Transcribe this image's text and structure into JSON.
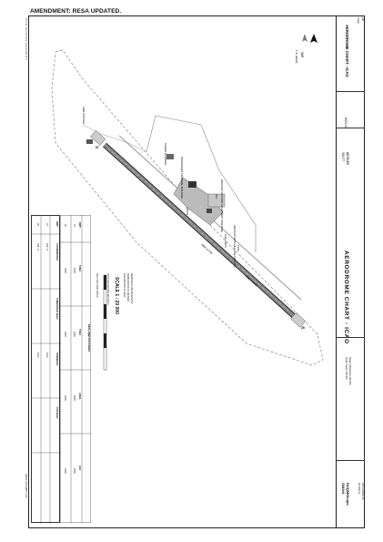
{
  "amendment": "AMENDMENT: RESA UPDATED.",
  "header": {
    "aip": "AIP",
    "state": "Oman",
    "chart_title_left": "AERODROME CHART - ICAO",
    "ad_elev": "AD ELEV",
    "elev_value": "381 FT",
    "coord_label": "WGS-84",
    "chart_title_center": "AERODROME CHART - ICAO",
    "freq_1": "Duqm Information 118.300",
    "freq_2": "Duqm Tower 118.300",
    "aerodrome_code": "DUQM/Duqm",
    "aerodrome_name": "OMAN",
    "ref": "AD 2-OODQ-13",
    "date": "26 FEB 22"
  },
  "labels": {
    "cargo": "CARGO BUILDING",
    "passenger": "PASSENGER TERMINAL BUILDING",
    "ground_support": "GROUND SUPPORT EQUIPMENT BUILDING",
    "atc": "ATC",
    "fire": "FIRE STATION",
    "apron": "APRON",
    "aircraft_rescue": "AIRCRAFT RESCUE & FIRE FIGHTING",
    "fuel": "FUEL FARM",
    "tank": "TANK",
    "rwy_label": "RWY 07/25",
    "rwy_dims": "4000 X 60 M",
    "rwy_07": "07",
    "rwy_25": "25",
    "var": "VAR",
    "var_value": "1°E (2020)"
  },
  "scale": {
    "note_1": "BEARINGS ARE MAGNETIC",
    "note_2": "DIMENSIONS IN METRES",
    "note_3": "ELEVATIONS IN FEET",
    "title": "SCALE 1 : 20 000",
    "metres": "100  0  100 200 300 400 500 m",
    "feet": "500  0  500  1000  1500  ft"
  },
  "rwy_table": {
    "headers": [
      "RWY",
      "COORDINATES",
      "THRESHOLD ELEV",
      "STRENGTH",
      "TDZ ELEV"
    ],
    "rows": [
      [
        "07",
        "194° N",
        "",
        "PCN",
        ""
      ],
      [
        "25",
        "194° N",
        "",
        "PCN",
        ""
      ]
    ]
  },
  "decl_table": {
    "title": "DECLARED DISTANCES",
    "headers": [
      "RWY",
      "TORA",
      "TODA",
      "ASDA",
      "LDA"
    ],
    "rows": [
      [
        "07",
        "4000",
        "4000",
        "4000",
        "4000"
      ],
      [
        "25",
        "4000",
        "4000",
        "4000",
        "4000"
      ]
    ]
  },
  "footer_left": "CIVIL AVIATION AUTHORITY",
  "footer_right": "AIRAC AIP AMDT 1-22"
}
